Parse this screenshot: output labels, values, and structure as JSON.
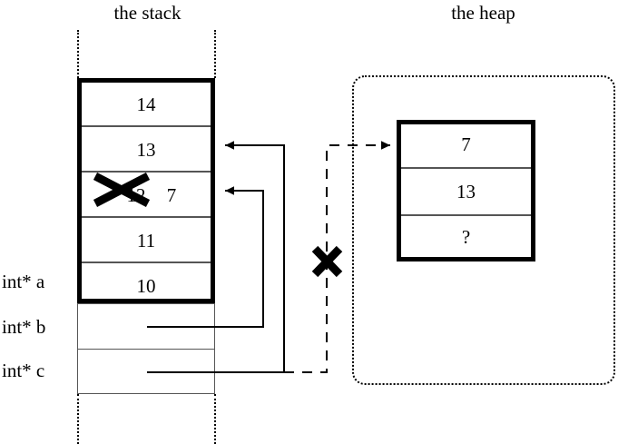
{
  "titles": {
    "stack": "the stack",
    "heap": "the heap"
  },
  "stack": {
    "allocated_cells": [
      {
        "value": "14"
      },
      {
        "value": "13"
      },
      {
        "value": "12",
        "struck_out": true,
        "replacement": "7"
      },
      {
        "value": "11"
      },
      {
        "value": "10"
      }
    ],
    "pointer_cells": [
      {
        "label": "int* b",
        "value": ""
      },
      {
        "label": "int* c",
        "value": ""
      }
    ],
    "variable_labels": [
      "int* a",
      "int* b",
      "int* c"
    ],
    "struck_cell_old_value": "12",
    "struck_cell_new_value": "7"
  },
  "heap": {
    "cells": [
      "7",
      "13",
      "?"
    ]
  },
  "markers": {
    "strike_through_cell": "x-strike",
    "broken_pointer": "x-cross"
  },
  "colors": {
    "ink": "#000000",
    "rule": "#555555",
    "background": "#ffffff"
  }
}
